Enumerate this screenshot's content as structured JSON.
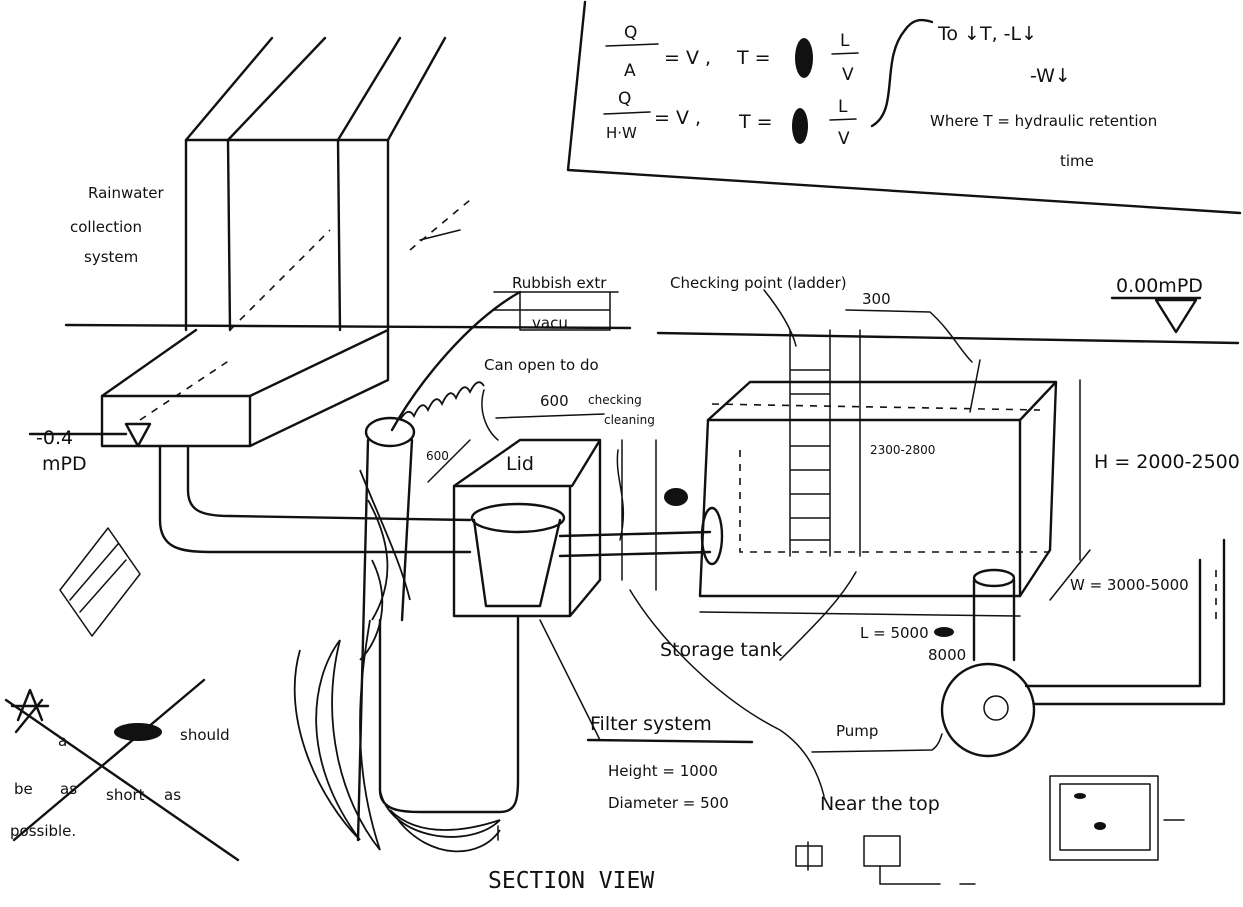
{
  "title": "SECTION VIEW",
  "labels": {
    "rainwater_line1": "Rainwater",
    "rainwater_line2": "collection",
    "rainwater_line3": "system",
    "level_left_1": "-0.4",
    "level_left_2": "mPD",
    "level_right": "0.00mPD",
    "rubbish_1": "Rubbish extr",
    "rubbish_2": "vacu",
    "can_open": "Can open to do",
    "checking": "checking",
    "cleaning": "cleaning",
    "dim_600_top": "600",
    "dim_600_side": "600",
    "lid": "Lid",
    "checking_point": "Checking point (ladder)",
    "dim_300": "300",
    "dim_2300_2800": "2300-2800",
    "h_range": "H = 2000-2500",
    "w_range": "W = 3000-5000",
    "l_range": "L = 5000",
    "dim_8000": "8000",
    "storage_tank": "Storage tank",
    "filter_system": "Filter system",
    "filter_height": "Height = 1000",
    "filter_diameter": "Diameter = 500",
    "pump": "Pump",
    "near_top": "Near the top",
    "note_a": "a",
    "note_should": "should",
    "note_be": "be",
    "note_as": "as",
    "note_short": "short",
    "note_as2": "as",
    "note_possible": "possible."
  },
  "formula": {
    "q1": "Q",
    "a": "A",
    "eq_v1": "= V ,",
    "t1": "T =",
    "l1": "L",
    "v1": "V",
    "q2": "Q",
    "hw": "H·W",
    "eq_v2": "= V ,",
    "t2": "T =",
    "l2": "L",
    "v2": "V",
    "result_1": "To ↓T, -L↓",
    "result_2": "-W↓",
    "where": "Where T = hydraulic retention",
    "time": "time"
  }
}
